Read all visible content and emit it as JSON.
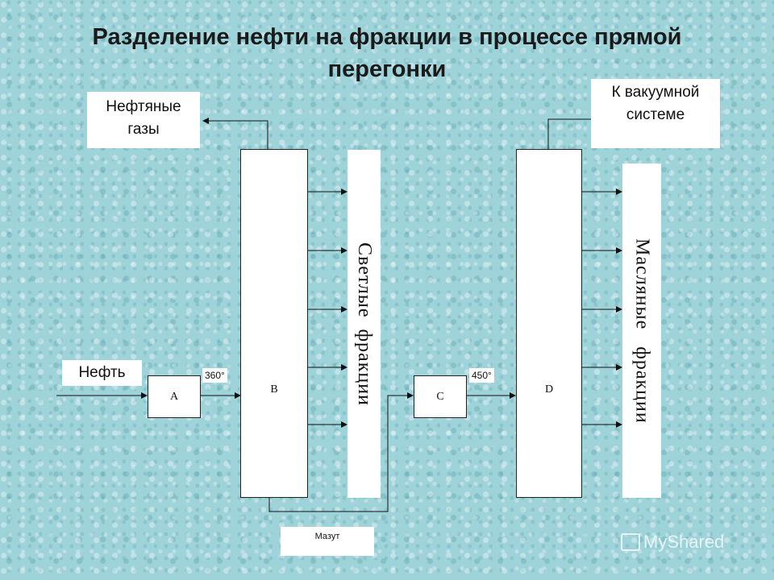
{
  "title": {
    "line1": "Разделение нефти на фракции в процессе прямой",
    "line2": "перегонки"
  },
  "labels": {
    "gases_line1": "Нефтяные",
    "gases_line2": "газы",
    "vacuum_line1": "К вакуумной",
    "vacuum_line2": "системе",
    "oil": "Нефть",
    "mazut": "Мазут",
    "light_fractions": "Светлые  фракции",
    "oil_fractions": "Масляные   фракции"
  },
  "nodes": {
    "a": "A",
    "b": "B",
    "c": "C",
    "d": "D"
  },
  "temps": {
    "t1": "360°",
    "t2": "450°"
  },
  "watermark": "MyShared"
}
